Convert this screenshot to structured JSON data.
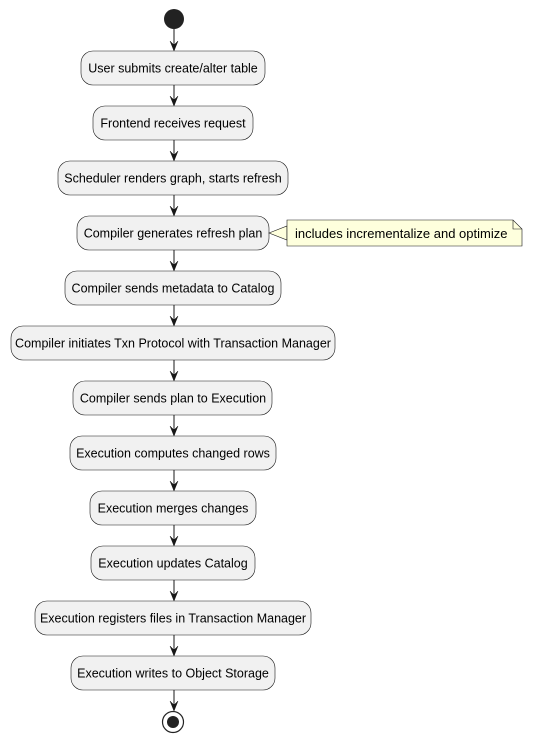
{
  "diagram": {
    "steps": [
      {
        "label": "User submits create/alter table"
      },
      {
        "label": "Frontend receives request"
      },
      {
        "label": "Scheduler renders graph, starts refresh"
      },
      {
        "label": "Compiler generates refresh plan"
      },
      {
        "label": "Compiler sends metadata to Catalog"
      },
      {
        "label": "Compiler initiates Txn Protocol with Transaction Manager"
      },
      {
        "label": "Compiler sends plan to Execution"
      },
      {
        "label": "Execution computes changed rows"
      },
      {
        "label": "Execution merges changes"
      },
      {
        "label": "Execution updates Catalog"
      },
      {
        "label": "Execution registers files in Transaction Manager"
      },
      {
        "label": "Execution writes to Object Storage"
      }
    ],
    "note": {
      "text": "includes incrementalize and optimize",
      "attached_step": 3
    },
    "colors": {
      "node_fill": "#f1f1f1",
      "node_stroke": "#181818",
      "note_fill": "#feffdd",
      "edge": "#181818",
      "start_fill": "#222222"
    }
  }
}
